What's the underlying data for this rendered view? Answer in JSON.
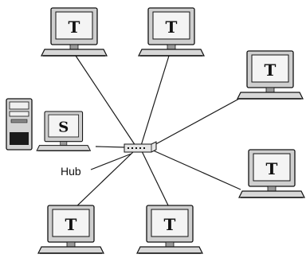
{
  "diagram": {
    "hub": {
      "label": "Hub",
      "icon": "hub-icon"
    },
    "server": {
      "letter": "S",
      "icon": "server-workstation-icon",
      "tower_icon": "server-tower-icon"
    },
    "terminals": [
      {
        "id": "terminal-1",
        "letter": "T",
        "icon": "terminal-computer-icon"
      },
      {
        "id": "terminal-2",
        "letter": "T",
        "icon": "terminal-computer-icon"
      },
      {
        "id": "terminal-3",
        "letter": "T",
        "icon": "terminal-computer-icon"
      },
      {
        "id": "terminal-4",
        "letter": "T",
        "icon": "terminal-computer-icon"
      },
      {
        "id": "terminal-5",
        "letter": "T",
        "icon": "terminal-computer-icon"
      },
      {
        "id": "terminal-6",
        "letter": "T",
        "icon": "terminal-computer-icon"
      }
    ],
    "topology": "star",
    "colors": {
      "line": "#1a1a1a",
      "screen": "#f2f2f2",
      "frame": "#bdbdbd",
      "outline": "#111111"
    }
  }
}
